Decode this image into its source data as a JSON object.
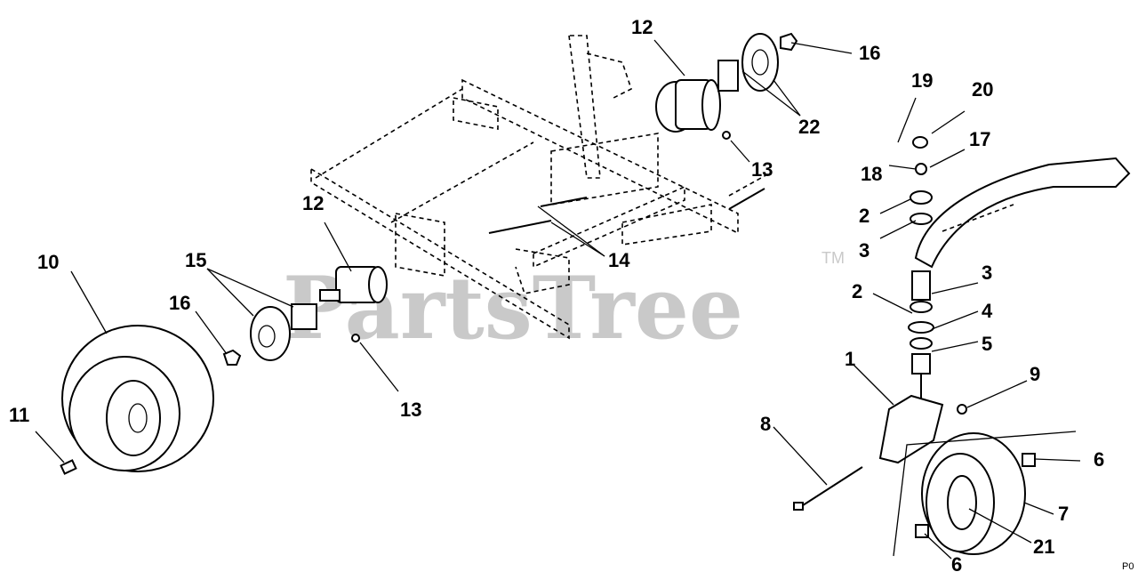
{
  "watermark": {
    "text": "PartsTree",
    "tm": "TM"
  },
  "corner_code": "P0",
  "callouts": [
    {
      "id": "c12a",
      "label": "12"
    },
    {
      "id": "c16a",
      "label": "16"
    },
    {
      "id": "c22",
      "label": "22"
    },
    {
      "id": "c13a",
      "label": "13"
    },
    {
      "id": "c19",
      "label": "19"
    },
    {
      "id": "c20",
      "label": "20"
    },
    {
      "id": "c17",
      "label": "17"
    },
    {
      "id": "c18",
      "label": "18"
    },
    {
      "id": "c2a",
      "label": "2"
    },
    {
      "id": "c3a",
      "label": "3"
    },
    {
      "id": "c12b",
      "label": "12"
    },
    {
      "id": "c14",
      "label": "14"
    },
    {
      "id": "c10",
      "label": "10"
    },
    {
      "id": "c15",
      "label": "15"
    },
    {
      "id": "c16b",
      "label": "16"
    },
    {
      "id": "c13b",
      "label": "13"
    },
    {
      "id": "c11",
      "label": "11"
    },
    {
      "id": "c3b",
      "label": "3"
    },
    {
      "id": "c2b",
      "label": "2"
    },
    {
      "id": "c4",
      "label": "4"
    },
    {
      "id": "c5",
      "label": "5"
    },
    {
      "id": "c1",
      "label": "1"
    },
    {
      "id": "c9",
      "label": "9"
    },
    {
      "id": "c8",
      "label": "8"
    },
    {
      "id": "c6a",
      "label": "6"
    },
    {
      "id": "c7",
      "label": "7"
    },
    {
      "id": "c21",
      "label": "21"
    },
    {
      "id": "c6b",
      "label": "6"
    }
  ]
}
